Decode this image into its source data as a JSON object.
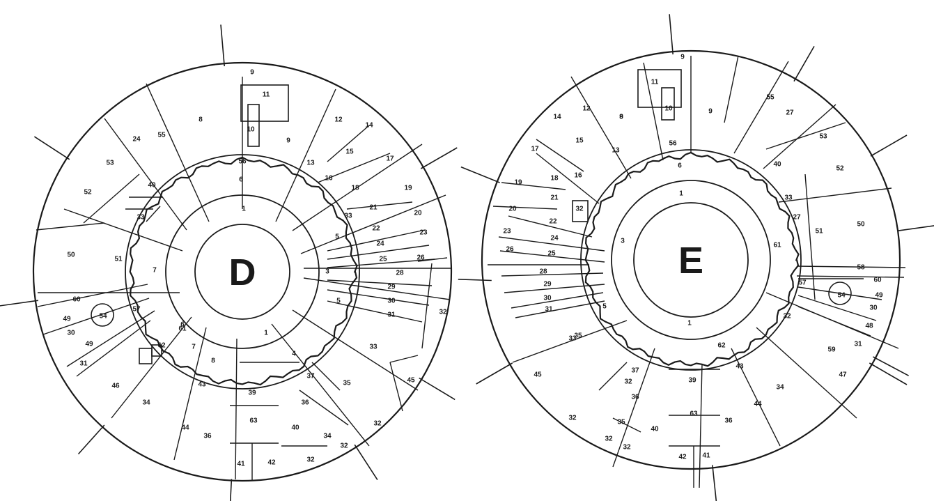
{
  "diagrams": [
    {
      "name": "D",
      "label": "D",
      "zones": [
        {
          "text": "9"
        },
        {
          "text": "8"
        },
        {
          "text": "9"
        },
        {
          "text": "11"
        },
        {
          "text": "10"
        },
        {
          "text": "56"
        },
        {
          "text": "6"
        },
        {
          "text": "1"
        },
        {
          "text": "1"
        },
        {
          "text": "13"
        },
        {
          "text": "12"
        },
        {
          "text": "14"
        },
        {
          "text": "15"
        },
        {
          "text": "16"
        },
        {
          "text": "17"
        },
        {
          "text": "18"
        },
        {
          "text": "19"
        },
        {
          "text": "21"
        },
        {
          "text": "33"
        },
        {
          "text": "20"
        },
        {
          "text": "22"
        },
        {
          "text": "23"
        },
        {
          "text": "24"
        },
        {
          "text": "25"
        },
        {
          "text": "26"
        },
        {
          "text": "5"
        },
        {
          "text": "3"
        },
        {
          "text": "28"
        },
        {
          "text": "29"
        },
        {
          "text": "30"
        },
        {
          "text": "31"
        },
        {
          "text": "5"
        },
        {
          "text": "32"
        },
        {
          "text": "33"
        },
        {
          "text": "45"
        },
        {
          "text": "4"
        },
        {
          "text": "35"
        },
        {
          "text": "37"
        },
        {
          "text": "36"
        },
        {
          "text": "32"
        },
        {
          "text": "32"
        },
        {
          "text": "34"
        },
        {
          "text": "40"
        },
        {
          "text": "39"
        },
        {
          "text": "63"
        },
        {
          "text": "41"
        },
        {
          "text": "42"
        },
        {
          "text": "32"
        },
        {
          "text": "8"
        },
        {
          "text": "7"
        },
        {
          "text": "43"
        },
        {
          "text": "44"
        },
        {
          "text": "36"
        },
        {
          "text": "34"
        },
        {
          "text": "46"
        },
        {
          "text": "31"
        },
        {
          "text": "49"
        },
        {
          "text": "30"
        },
        {
          "text": "49"
        },
        {
          "text": "60"
        },
        {
          "text": "54"
        },
        {
          "text": "57"
        },
        {
          "text": "62"
        },
        {
          "text": "61"
        },
        {
          "text": "6"
        },
        {
          "text": "7"
        },
        {
          "text": "50"
        },
        {
          "text": "51"
        },
        {
          "text": "52"
        },
        {
          "text": "53"
        },
        {
          "text": "24"
        },
        {
          "text": "55"
        },
        {
          "text": "40"
        },
        {
          "text": "33"
        }
      ]
    },
    {
      "name": "E",
      "label": "E",
      "zones": [
        {
          "text": "9"
        },
        {
          "text": "9"
        },
        {
          "text": "9"
        },
        {
          "text": "11"
        },
        {
          "text": "10"
        },
        {
          "text": "56"
        },
        {
          "text": "6"
        },
        {
          "text": "1"
        },
        {
          "text": "1"
        },
        {
          "text": "55"
        },
        {
          "text": "27"
        },
        {
          "text": "53"
        },
        {
          "text": "52"
        },
        {
          "text": "40"
        },
        {
          "text": "33"
        },
        {
          "text": "27"
        },
        {
          "text": "51"
        },
        {
          "text": "50"
        },
        {
          "text": "61"
        },
        {
          "text": "58"
        },
        {
          "text": "57"
        },
        {
          "text": "60"
        },
        {
          "text": "54"
        },
        {
          "text": "49"
        },
        {
          "text": "30"
        },
        {
          "text": "32"
        },
        {
          "text": "48"
        },
        {
          "text": "31"
        },
        {
          "text": "59"
        },
        {
          "text": "47"
        },
        {
          "text": "34"
        },
        {
          "text": "44"
        },
        {
          "text": "43"
        },
        {
          "text": "62"
        },
        {
          "text": "36"
        },
        {
          "text": "39"
        },
        {
          "text": "63"
        },
        {
          "text": "42"
        },
        {
          "text": "41"
        },
        {
          "text": "40"
        },
        {
          "text": "36"
        },
        {
          "text": "37"
        },
        {
          "text": "32"
        },
        {
          "text": "32"
        },
        {
          "text": "35"
        },
        {
          "text": "32"
        },
        {
          "text": "35"
        },
        {
          "text": "33"
        },
        {
          "text": "45"
        },
        {
          "text": "32"
        },
        {
          "text": "5"
        },
        {
          "text": "31"
        },
        {
          "text": "30"
        },
        {
          "text": "29"
        },
        {
          "text": "28"
        },
        {
          "text": "26"
        },
        {
          "text": "25"
        },
        {
          "text": "24"
        },
        {
          "text": "22"
        },
        {
          "text": "23"
        },
        {
          "text": "20"
        },
        {
          "text": "21"
        },
        {
          "text": "32"
        },
        {
          "text": "19"
        },
        {
          "text": "17"
        },
        {
          "text": "18"
        },
        {
          "text": "16"
        },
        {
          "text": "15"
        },
        {
          "text": "14"
        },
        {
          "text": "13"
        },
        {
          "text": "12"
        },
        {
          "text": "8"
        },
        {
          "text": "3"
        }
      ]
    }
  ]
}
